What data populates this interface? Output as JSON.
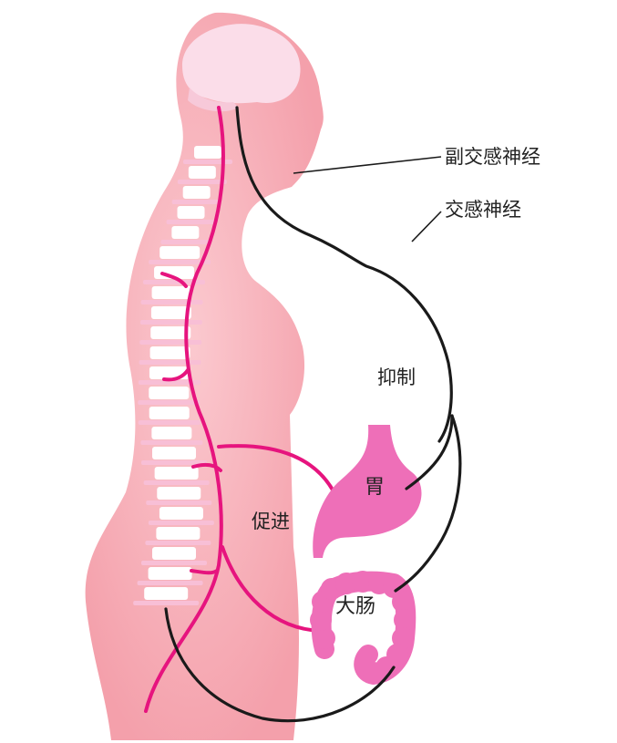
{
  "labels": {
    "parasympathetic": "副交感神经",
    "sympathetic": "交感神经",
    "inhibit": "抑制",
    "stomach": "胃",
    "promote": "促进",
    "large_intestine": "大肠"
  },
  "colors": {
    "body": "#f5a3ae",
    "body_light": "#fbc7cf",
    "brain": "#fbdde9",
    "spine_bone": "#ffffff",
    "disc": "#f8bfd6",
    "sympathetic_nerve": "#e6147e",
    "parasympathetic_nerve": "#1a1a1a",
    "organ": "#ee6fb8",
    "text": "#222222"
  }
}
